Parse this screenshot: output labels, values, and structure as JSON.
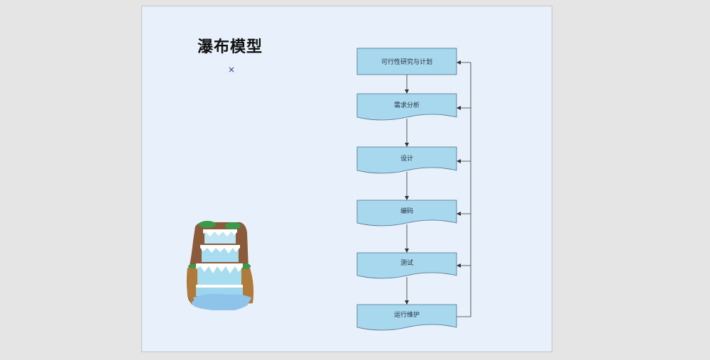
{
  "title": "瀑布模型",
  "close_symbol": "×",
  "colors": {
    "background": "#e5e5e5",
    "canvas": "#e8f1fb",
    "node_fill": "#a8d8ee",
    "node_stroke": "#4a6f8c",
    "connector": "#333333"
  },
  "steps": [
    {
      "label": "可行性研究与计划",
      "shape": "rectangle"
    },
    {
      "label": "需求分析",
      "shape": "document"
    },
    {
      "label": "设计",
      "shape": "document"
    },
    {
      "label": "编码",
      "shape": "document"
    },
    {
      "label": "测试",
      "shape": "document"
    },
    {
      "label": "运行维护",
      "shape": "document"
    }
  ],
  "illustration": "waterfall-illustration"
}
